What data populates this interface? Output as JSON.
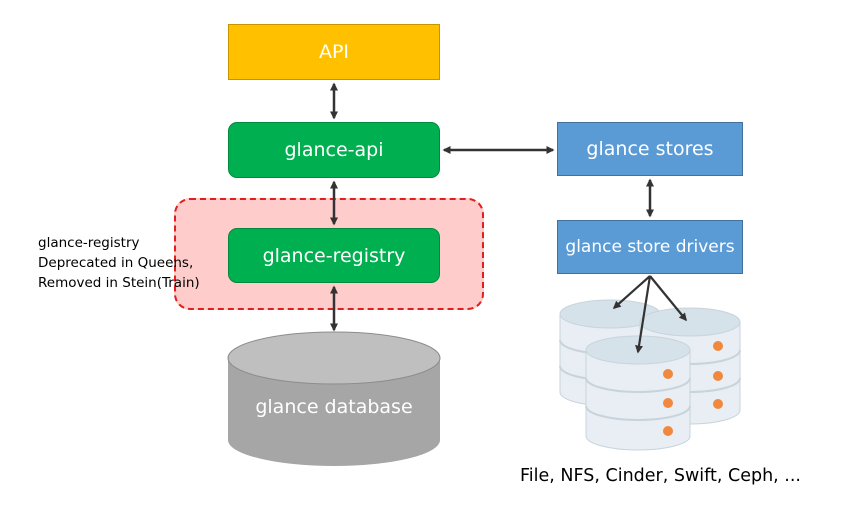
{
  "nodes": {
    "api": "API",
    "glance_api": "glance-api",
    "glance_registry": "glance-registry",
    "glance_stores": "glance stores",
    "glance_store_drivers": "glance store drivers",
    "glance_database": "glance database"
  },
  "note": {
    "line1": "glance-registry",
    "line2": "Deprecated in Queens,",
    "line3": "Removed in Stein(Train)"
  },
  "backends_label": "File, NFS, Cinder, Swift, Ceph, ...",
  "colors": {
    "api": "#ffc000",
    "service": "#00b050",
    "store": "#5b9bd5",
    "deprecated_fill": "#ffcccc",
    "deprecated_border": "#e0201e",
    "database": "#a6a6a6",
    "disk_body": "#e8eef3",
    "disk_light": "#d6e2ea",
    "disk_led": "#f0883e"
  }
}
